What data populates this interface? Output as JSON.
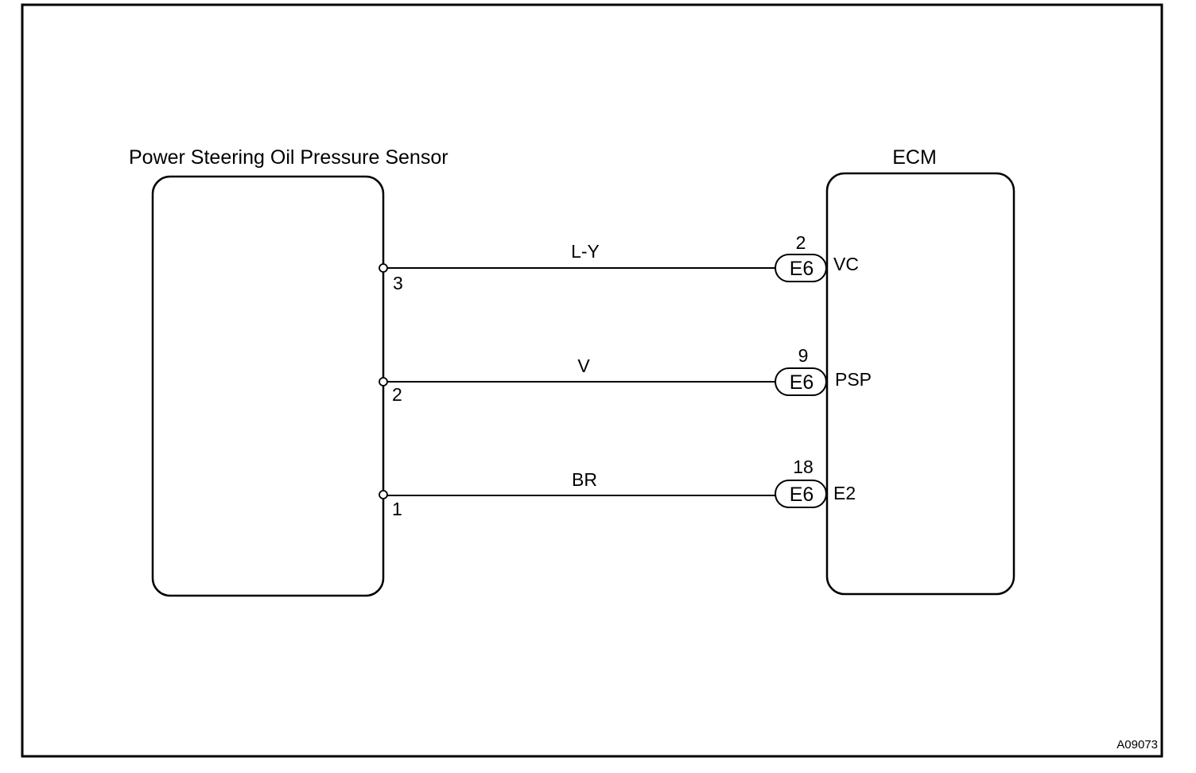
{
  "sensor": {
    "title": "Power Steering Oil Pressure Sensor"
  },
  "ecm": {
    "title": "ECM"
  },
  "wires": [
    {
      "color": "L-Y",
      "sensor_pin": "3",
      "ecm_pin": "2",
      "connector": "E6",
      "terminal": "VC"
    },
    {
      "color": "V",
      "sensor_pin": "2",
      "ecm_pin": "9",
      "connector": "E6",
      "terminal": "PSP"
    },
    {
      "color": "BR",
      "sensor_pin": "1",
      "ecm_pin": "18",
      "connector": "E6",
      "terminal": "E2"
    }
  ],
  "figure_code": "A09073"
}
